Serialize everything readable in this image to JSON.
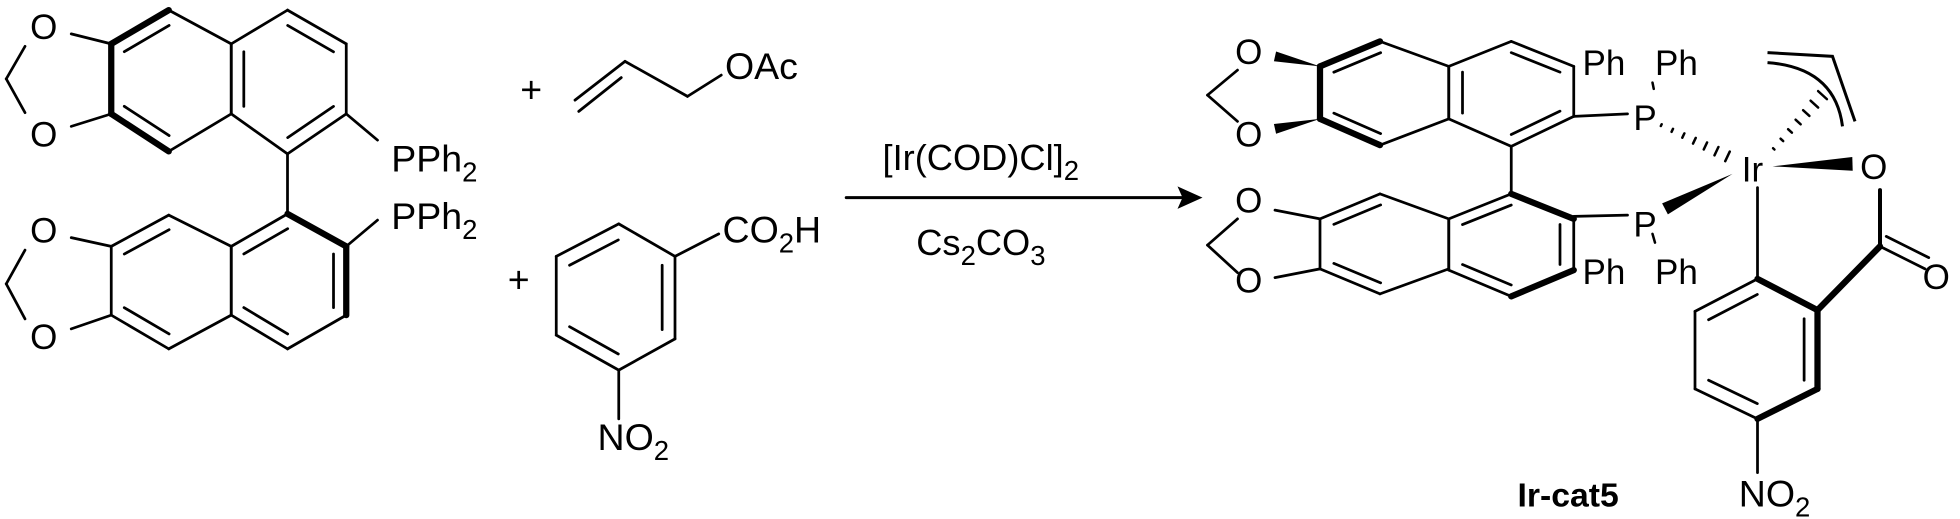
{
  "reactants": {
    "binap_ligand": {
      "top_substituent": {
        "main": "PPh",
        "sub": "2"
      },
      "bottom_substituent": {
        "main": "PPh",
        "sub": "2"
      }
    },
    "allyl_acetate": {
      "group": "OAc"
    },
    "nitrobenzoic_acid": {
      "acid": {
        "a": "CO",
        "sub": "2",
        "b": "H"
      },
      "nitro": {
        "main": "NO",
        "sub": "2"
      }
    }
  },
  "plus": "+",
  "conditions": {
    "catalyst": {
      "main": "[Ir(COD)Cl]",
      "sub": "2"
    },
    "base": {
      "a": "Cs",
      "s1": "2",
      "b": "CO",
      "s2": "3"
    }
  },
  "product": {
    "label": "Ir-cat5",
    "metal": "Ir",
    "phosphorus": "P",
    "phenyl": "Ph",
    "nitro": {
      "main": "NO",
      "sub": "2"
    }
  },
  "atoms": {
    "oxygen": "O"
  },
  "colors": {
    "ink": "#000000",
    "background": "#ffffff"
  }
}
